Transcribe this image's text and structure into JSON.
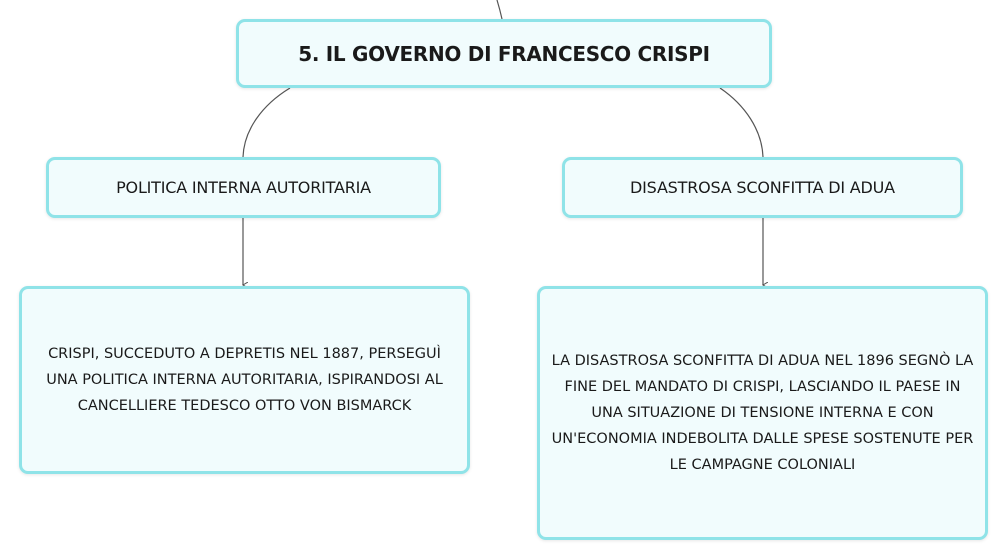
{
  "root": {
    "label": "5. IL GOVERNO DI FRANCESCO CRISPI"
  },
  "topics": [
    {
      "label": "POLITICA INTERNA AUTORITARIA",
      "detail": "CRISPI, SUCCEDUTO A DEPRETIS NEL 1887, PERSEGUÌ UNA POLITICA INTERNA AUTORITARIA, ISPIRANDOSI AL CANCELLIERE TEDESCO OTTO VON BISMARCK"
    },
    {
      "label": "DISASTROSA SCONFITTA DI ADUA",
      "detail": "LA DISASTROSA SCONFITTA DI ADUA NEL 1896 SEGNÒ LA FINE DEL MANDATO DI CRISPI, LASCIANDO IL PAESE IN UNA SITUAZIONE DI TENSIONE INTERNA E CON UN'ECONOMIA INDEBOLITA DALLE SPESE SOSTENUTE PER LE CAMPAGNE COLONIALI"
    }
  ],
  "colors": {
    "node_border": "#8fe3e8",
    "node_fill": "#f1fcfd",
    "connector": "#555555"
  }
}
